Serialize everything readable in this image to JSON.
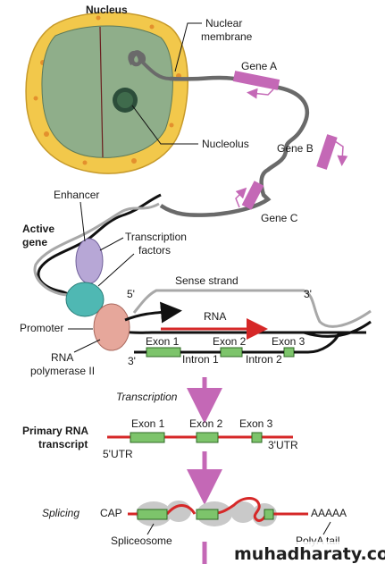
{
  "labels": {
    "nucleus": "Nucleus",
    "nuclear_membrane_1": "Nuclear",
    "nuclear_membrane_2": "membrane",
    "nucleolus": "Nucleolus",
    "gene_a": "Gene A",
    "gene_b": "Gene B",
    "gene_c": "Gene C",
    "enhancer": "Enhancer",
    "active_gene_1": "Active",
    "active_gene_2": "gene",
    "transcription_factors_1": "Transcription",
    "transcription_factors_2": "factors",
    "sense_strand": "Sense strand",
    "five_prime": "5'",
    "three_prime": "3'",
    "rna": "RNA",
    "promoter": "Promoter",
    "rna_polymerase_1": "RNA",
    "rna_polymerase_2": "polymerase II",
    "exon1": "Exon 1",
    "exon2": "Exon 2",
    "exon3": "Exon 3",
    "intron1": "Intron 1",
    "intron2": "Intron 2",
    "transcription_step": "Transcription",
    "primary_rna_1": "Primary RNA",
    "primary_rna_2": "transcript",
    "five_utr": "5'UTR",
    "three_utr": "3'UTR",
    "splicing_step": "Splicing",
    "cap": "CAP",
    "poly_a": "AAAAA",
    "spliceosome": "Spliceosome",
    "poly_a_tail": "PolyA tail"
  },
  "watermark": "muhadharaty.com",
  "colors": {
    "gene": "#c468b6",
    "exon": "#7dc46b",
    "rna": "#d62828",
    "arrow": "#c468b6",
    "enhancer": "#b7a7d6",
    "tf": "#4fb8b3",
    "polymerase": "#e6a79b",
    "nucleus_shell": "#f2c84b",
    "nucleus_inner": "#8fae8a"
  }
}
